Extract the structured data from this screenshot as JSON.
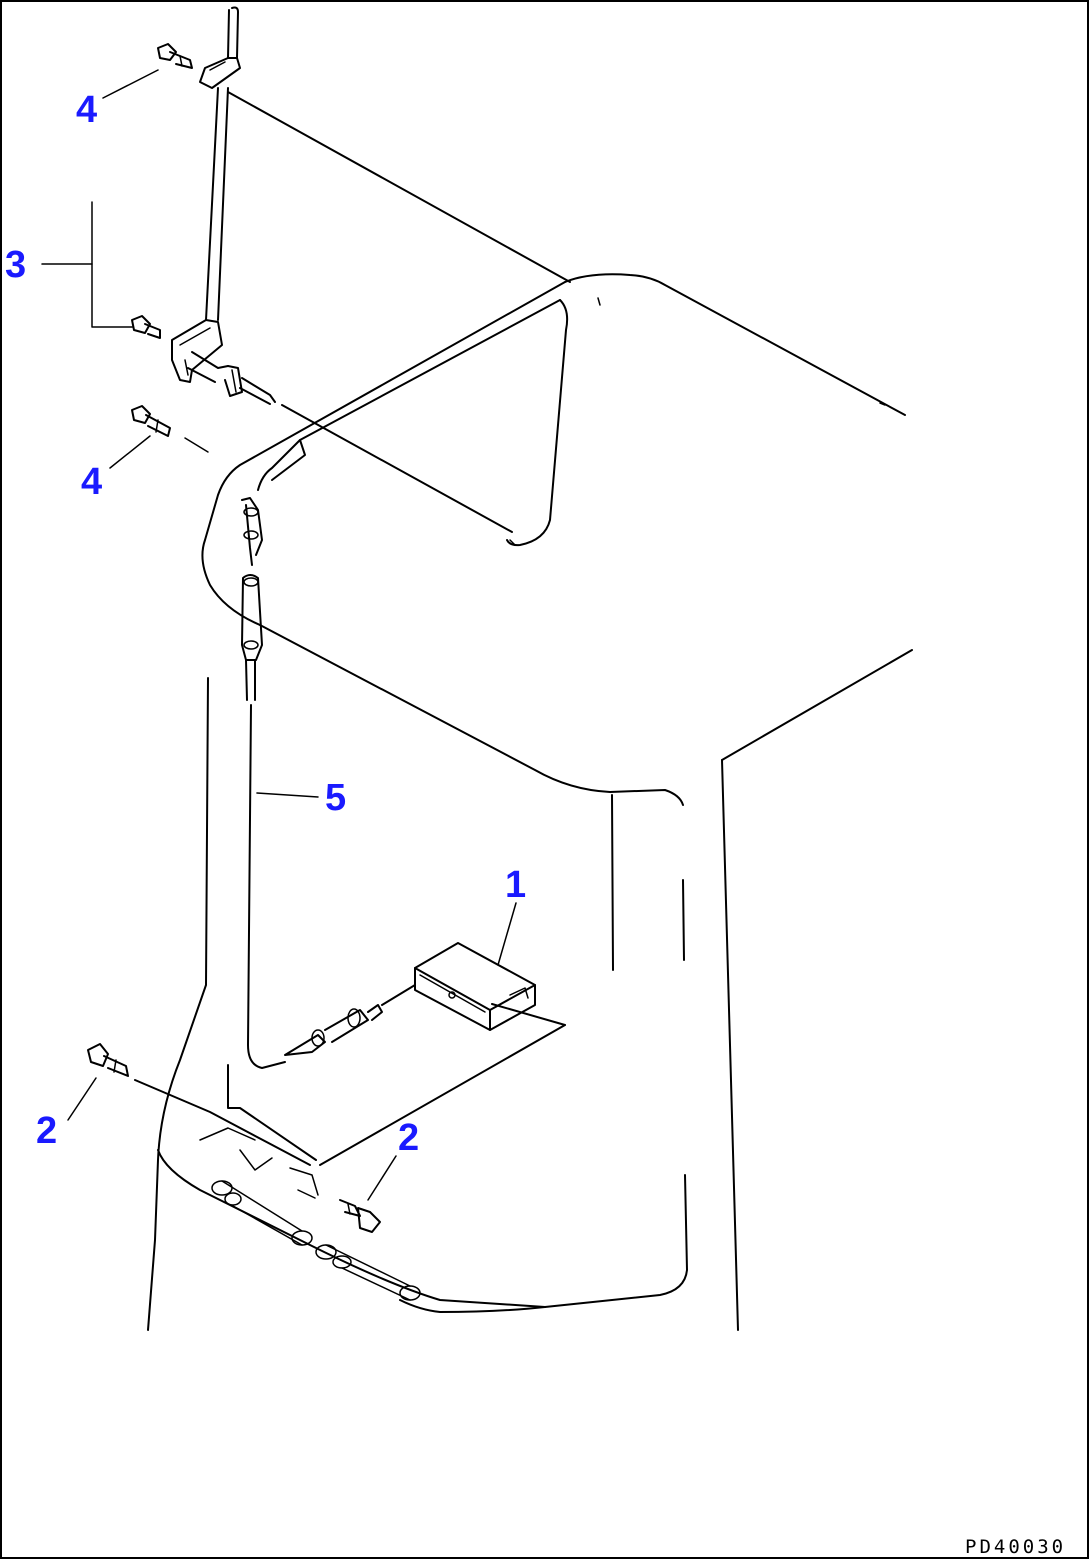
{
  "callouts": {
    "c1": "1",
    "c2a": "2",
    "c2b": "2",
    "c3": "3",
    "c4a": "4",
    "c4b": "4",
    "c5": "5"
  },
  "drawing_code": "PD40030"
}
